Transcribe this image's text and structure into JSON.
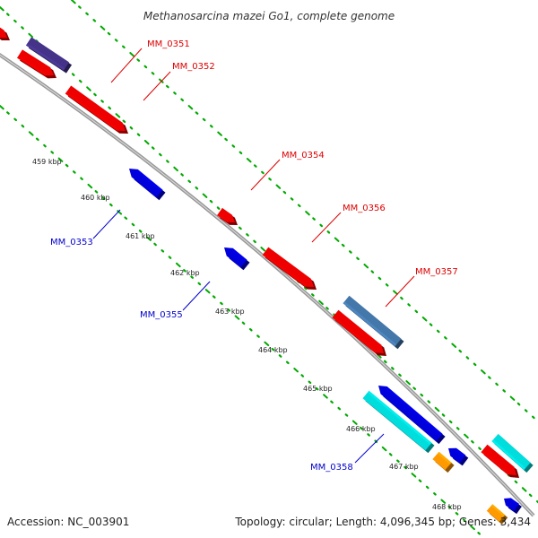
{
  "title": "Methanosarcina mazei Go1, complete genome",
  "footer": {
    "accession": "Accession: NC_003901",
    "topology": "Topology: circular; Length: 4,096,345 bp; Genes: 3,434"
  },
  "ticks": [
    "459 kbp",
    "460 kbp",
    "461 kbp",
    "462 kbp",
    "463 kbp",
    "464 kbp",
    "465 kbp",
    "466 kbp",
    "467 kbp",
    "468 kbp"
  ],
  "gene_labels": {
    "forward": [
      "MM_0351",
      "MM_0352",
      "MM_0354",
      "MM_0356",
      "MM_0357"
    ],
    "reverse": [
      "MM_0353",
      "MM_0355",
      "MM_0358"
    ]
  },
  "colors": {
    "forward_label": "#dd0000",
    "reverse_label": "#0000cc",
    "backbone": "#888888",
    "dots": "#00aa00",
    "red": "#ee0000",
    "blue": "#0000dd",
    "steelblue": "#4477aa",
    "navy": "#443388",
    "cyan": "#00dddd",
    "orange": "#ff9900"
  }
}
